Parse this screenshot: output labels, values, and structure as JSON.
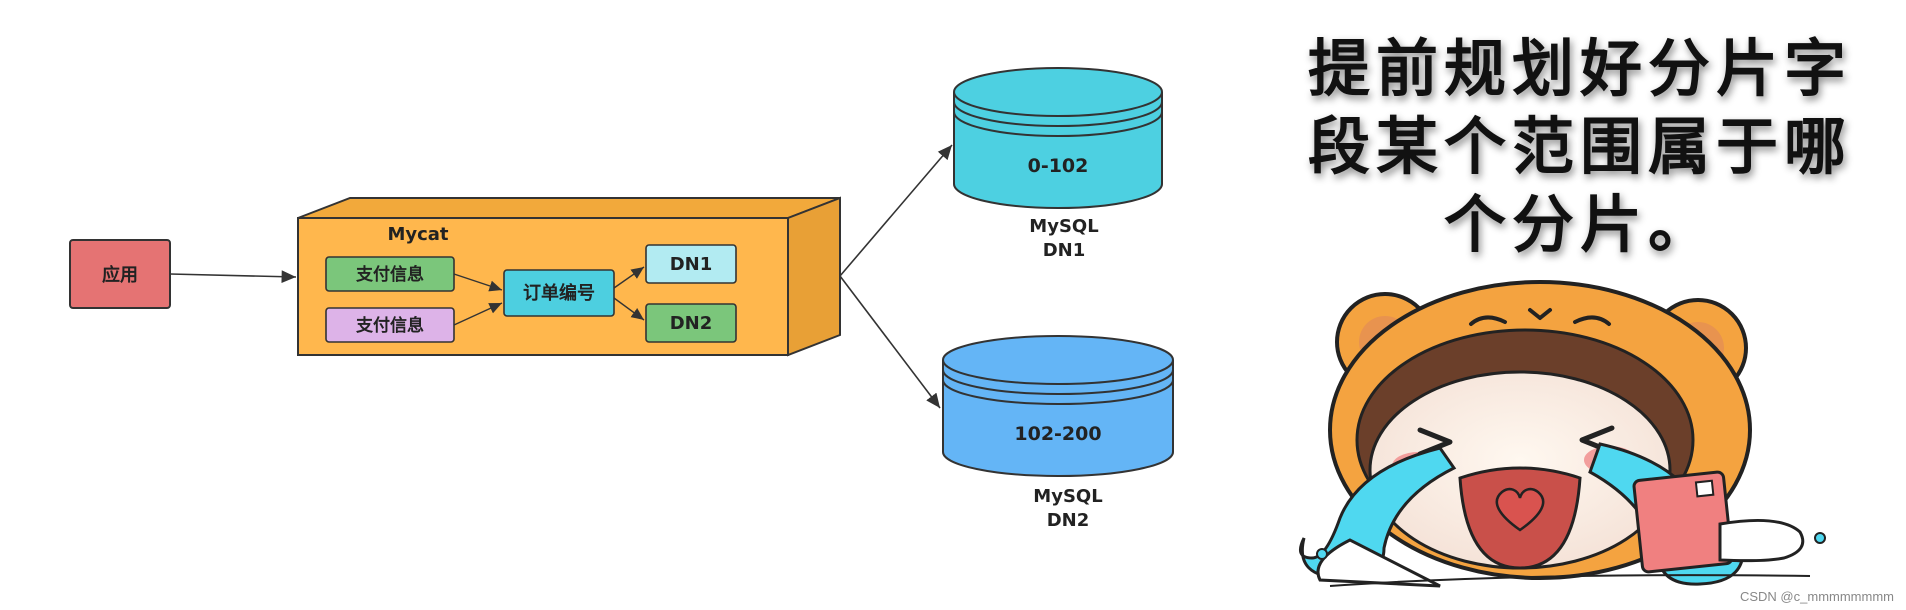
{
  "diagram": {
    "app_label": "应用",
    "mycat_label": "Mycat",
    "field_one": "支付信息",
    "field_two": "支付信息",
    "order_id": "订单编号",
    "dn1_box": "DN1",
    "dn2_box": "DN2",
    "db1": {
      "range": "0-102",
      "line1": "MySQL",
      "line2": "DN1"
    },
    "db2": {
      "range": "102-200",
      "line1": "MySQL",
      "line2": "DN2"
    }
  },
  "caption": {
    "line1": "提前规划好分片字",
    "line2": "段某个范围属于哪",
    "line3": "个分片。"
  },
  "watermark": "CSDN @c_mmmmmmmm",
  "colors": {
    "app": "#E57373",
    "mycat_front": "#FFB74D",
    "mycat_side": "#E8A036",
    "green": "#7BC67B",
    "purple": "#DDB3E8",
    "cyan": "#4DCFE0",
    "light_cyan": "#B2EBF2",
    "db1": "#4DD0E1",
    "db2": "#64B5F6"
  }
}
